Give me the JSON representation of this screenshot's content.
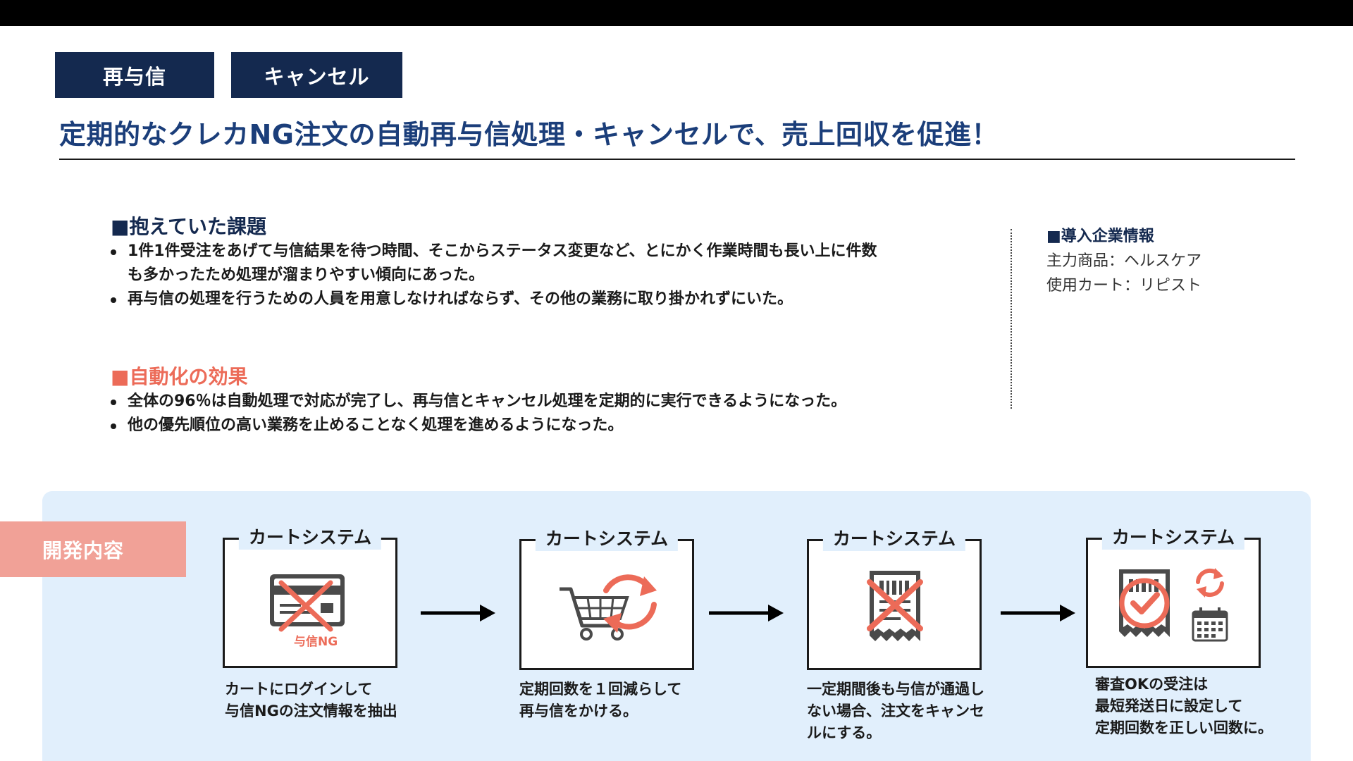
{
  "tags": {
    "primary": "再与信",
    "secondary": "キャンセル"
  },
  "headline": "定期的なクレカNG注文の自動再与信処理・キャンセルで、売上回収を促進！",
  "issues": {
    "title": "■抱えていた課題",
    "items": [
      "1件1件受注をあげて与信結果を待つ時間、そこからステータス変更など、とにかく作業時間も長い上に件数",
      "も多かったため処理が溜まりやすい傾向にあった。",
      "再与信の処理を行うための人員を用意しなければならず、その他の業務に取り掛かれずにいた。"
    ]
  },
  "effects": {
    "title": "■自動化の効果",
    "items": [
      "全体の96％は自動処理で対応が完了し、再与信とキャンセル処理を定期的に実行できるようになった。",
      "他の優先順位の高い業務を止めることなく処理を進めるようになった。"
    ]
  },
  "company": {
    "title": "■導入企業情報",
    "product": "主力商品：ヘルスケア",
    "cart": "使用カート：リピスト"
  },
  "dev_label": "開発内容",
  "flow": [
    {
      "title": "カートシステム",
      "icon": "credit-card-ng-icon",
      "icon_text": "与信NG",
      "caption": [
        "カートにログインして",
        "与信NGの注文情報を抽出"
      ]
    },
    {
      "title": "カートシステム",
      "icon": "cart-refresh-icon",
      "caption": [
        "定期回数を１回減らして",
        "再与信をかける。"
      ]
    },
    {
      "title": "カートシステム",
      "icon": "receipt-cancel-icon",
      "caption": [
        "一定期間後も与信が通過し",
        "ない場合、注文をキャンセ",
        "ルにする。"
      ]
    },
    {
      "title": "カートシステム",
      "icon": "receipt-check-calendar-icon",
      "caption": [
        "審査OKの受注は",
        "最短発送日に設定して",
        "定期回数を正しい回数に。"
      ]
    }
  ],
  "colors": {
    "navy": "#14294f",
    "headline": "#1b3e7a",
    "accent": "#ec6b58",
    "panel": "#e1effc",
    "label": "#f1a197"
  }
}
